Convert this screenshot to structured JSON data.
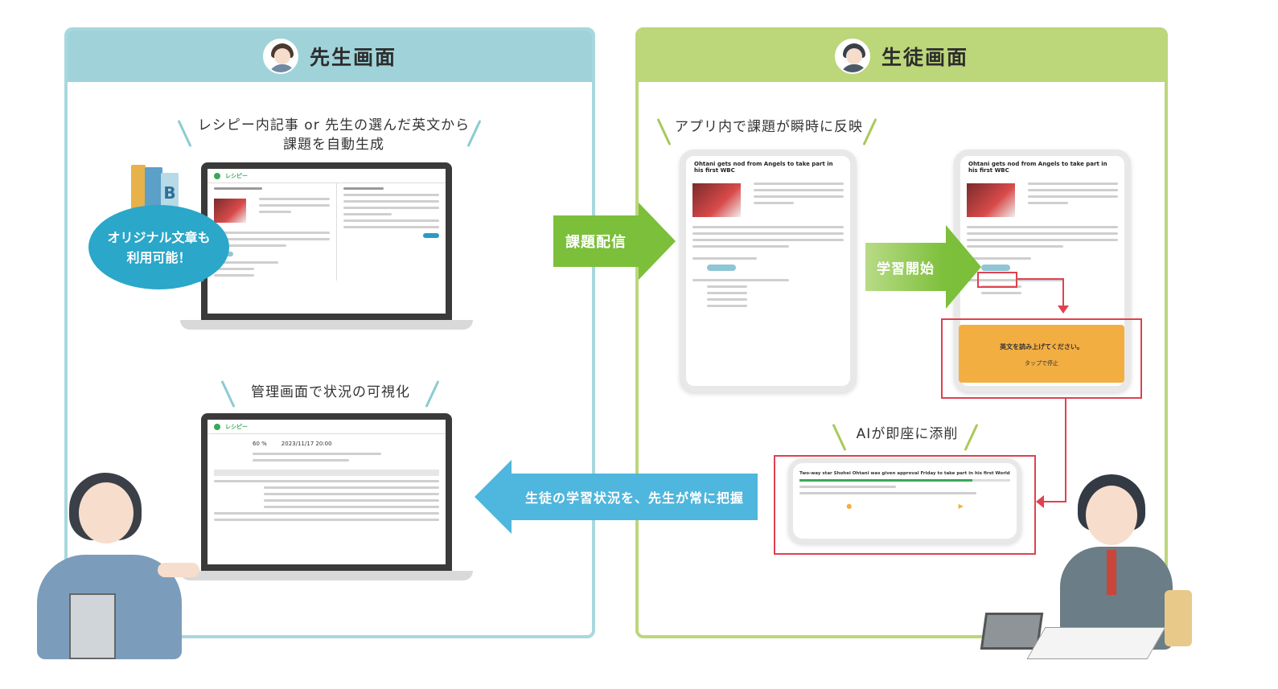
{
  "teacher_panel": {
    "title": "先生画面",
    "caption1_line1": "レシピー内記事 or 先生の選んだ英文から",
    "caption1_line2": "課題を自動生成",
    "bubble_line1": "オリジナル文章も",
    "bubble_line2": "利用可能！",
    "caption2": "管理画面で状況の可視化",
    "laptop_brand": "レシピー",
    "dashboard_rate": "60 %",
    "dashboard_date": "2023/11/17 20:00"
  },
  "student_panel": {
    "title": "生徒画面",
    "caption1": "アプリ内で課題が瞬時に反映",
    "caption2": "AIが即座に添削",
    "article_title": "Ohtani gets nod from Angels to take part in his first WBC",
    "speak_prompt": "英文を読み上げてください。",
    "tap_to_stop": "タップで停止",
    "feedback_sentence": "Two-way star Shohei Ohtani was given approval Friday to take part in his first World Baseball Classic next March"
  },
  "arrows": {
    "assign": "課題配信",
    "start": "学習開始",
    "back": "生徒の学習状況を、先生が常に把握"
  },
  "colors": {
    "teacher_header": "#9fd3d9",
    "student_header": "#bcd67a",
    "arrow_green": "#7cbf3a",
    "arrow_blue": "#4fb6dd",
    "bubble_blue": "#2aa7c9",
    "highlight_red": "#e0414f",
    "prompt_orange": "#f3ae42"
  }
}
